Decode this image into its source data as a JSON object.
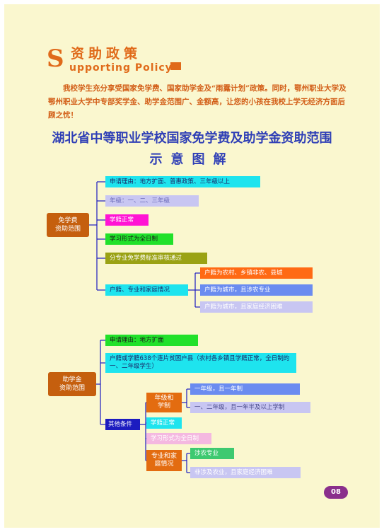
{
  "header": {
    "s_letter": "S",
    "title_cn": "资助政策",
    "title_en": "upporting Policy"
  },
  "intro": "我校学生充分享受国家免学费、国家助学金及“雨露计划”政策。同时，鄂州职业大学及鄂州职业大学中专部奖学金、助学金范围广、金额高，让您的小孩在我校上学无经济方面后顾之忧！",
  "title": {
    "line1": "湖北省中等职业学校国家免学费及助学金资助范围",
    "line2": "示意图解"
  },
  "tuition": {
    "label": "免学费\n资助范围",
    "items": [
      "申请理由：地方扩面、普惠政策、三年级以上",
      "年级：一、二、三年级",
      "学籍正常",
      "学习形式为全日制",
      "分专业免学费标准审核通过",
      "户籍、专业和家庭情况"
    ],
    "household": [
      "户籍为农村、乡镇非农、县城",
      "户籍为城市，且涉农专业",
      "户籍为城市，且家庭经济困难"
    ]
  },
  "grant": {
    "label": "助学金\n资助范围",
    "items": [
      "申请理由：地方扩面",
      "户籍或学籍638个连片贫困户县（农村各乡镇且学籍正常，全日制的一、二年级学生）",
      "其他条件"
    ],
    "other": {
      "grade_label": "年级和\n学制",
      "grade_items": [
        "一年级，且一年制",
        "一、二年级，且一年半及以上学制"
      ],
      "status": "学籍正常",
      "mode": "学习形式为全日制",
      "major_label": "专业和家\n庭情况",
      "major_items": [
        "涉农专业",
        "非涉及农业，且家庭经济困难"
      ]
    }
  },
  "page_number": "08",
  "colors": {
    "background": "#faf7cf",
    "accent": "#e06a1a",
    "title": "#2f3fb6",
    "cyan": "#1ee4ee",
    "lavender": "#c8c6f2",
    "magenta": "#ff14d4",
    "green": "#21e12a",
    "olive": "#9aa214",
    "orange": "#ff6a14",
    "blue": "#6b8cf0",
    "navy": "#1c1cc0",
    "pink": "#f4b8e0",
    "jade": "#3ec970"
  }
}
